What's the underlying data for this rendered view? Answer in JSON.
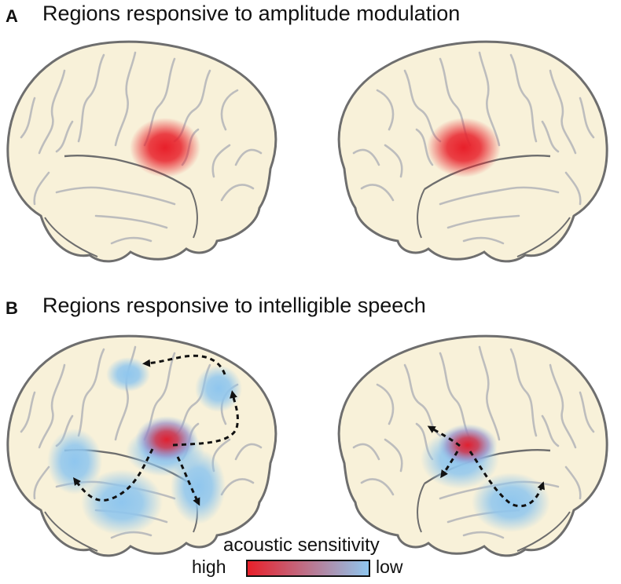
{
  "panels": [
    {
      "letter": "A",
      "title": "Regions responsive to amplitude modulation"
    },
    {
      "letter": "B",
      "title": "Regions responsive to intelligible speech"
    }
  ],
  "legend": {
    "title": "acoustic sensitivity",
    "high_label": "high",
    "low_label": "low",
    "high_color": "#e8202a",
    "low_color": "#8fc6ee"
  },
  "colors": {
    "brain_fill": "#f8f1d9",
    "brain_outline": "#6e6e6e",
    "sulci": "#bdbdbd",
    "arrow": "#111111"
  }
}
